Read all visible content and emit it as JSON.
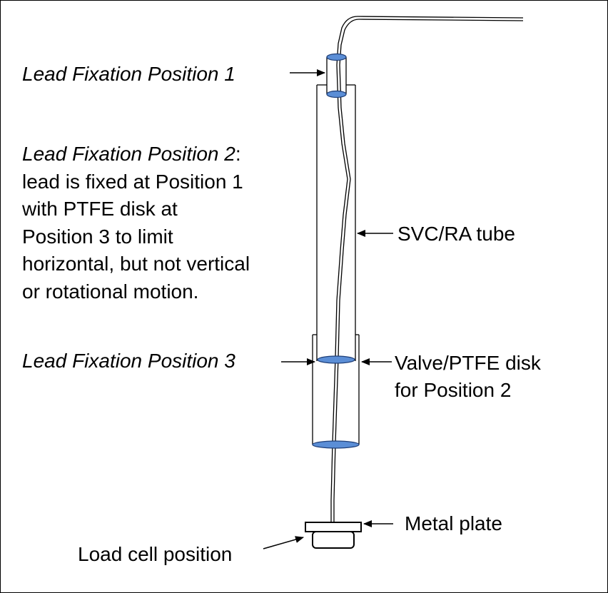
{
  "labels": {
    "position1": "Lead Fixation Position 1",
    "position2_title": "Lead Fixation Position 2",
    "position2_colon": ":",
    "position2_lines": [
      "lead is fixed at Position 1",
      "with PTFE disk at",
      "Position 3 to limit",
      "horizontal, but not vertical",
      "or rotational motion."
    ],
    "position3": "Lead Fixation Position 3",
    "svc_tube": "SVC/RA tube",
    "valve_line1": "Valve/PTFE disk",
    "valve_line2": "for Position 2",
    "metal_plate": "Metal plate",
    "load_cell": "Load cell position"
  },
  "colors": {
    "disk_fill": "#5b8ed6",
    "disk_stroke": "#1f3f78",
    "line": "#000000"
  }
}
